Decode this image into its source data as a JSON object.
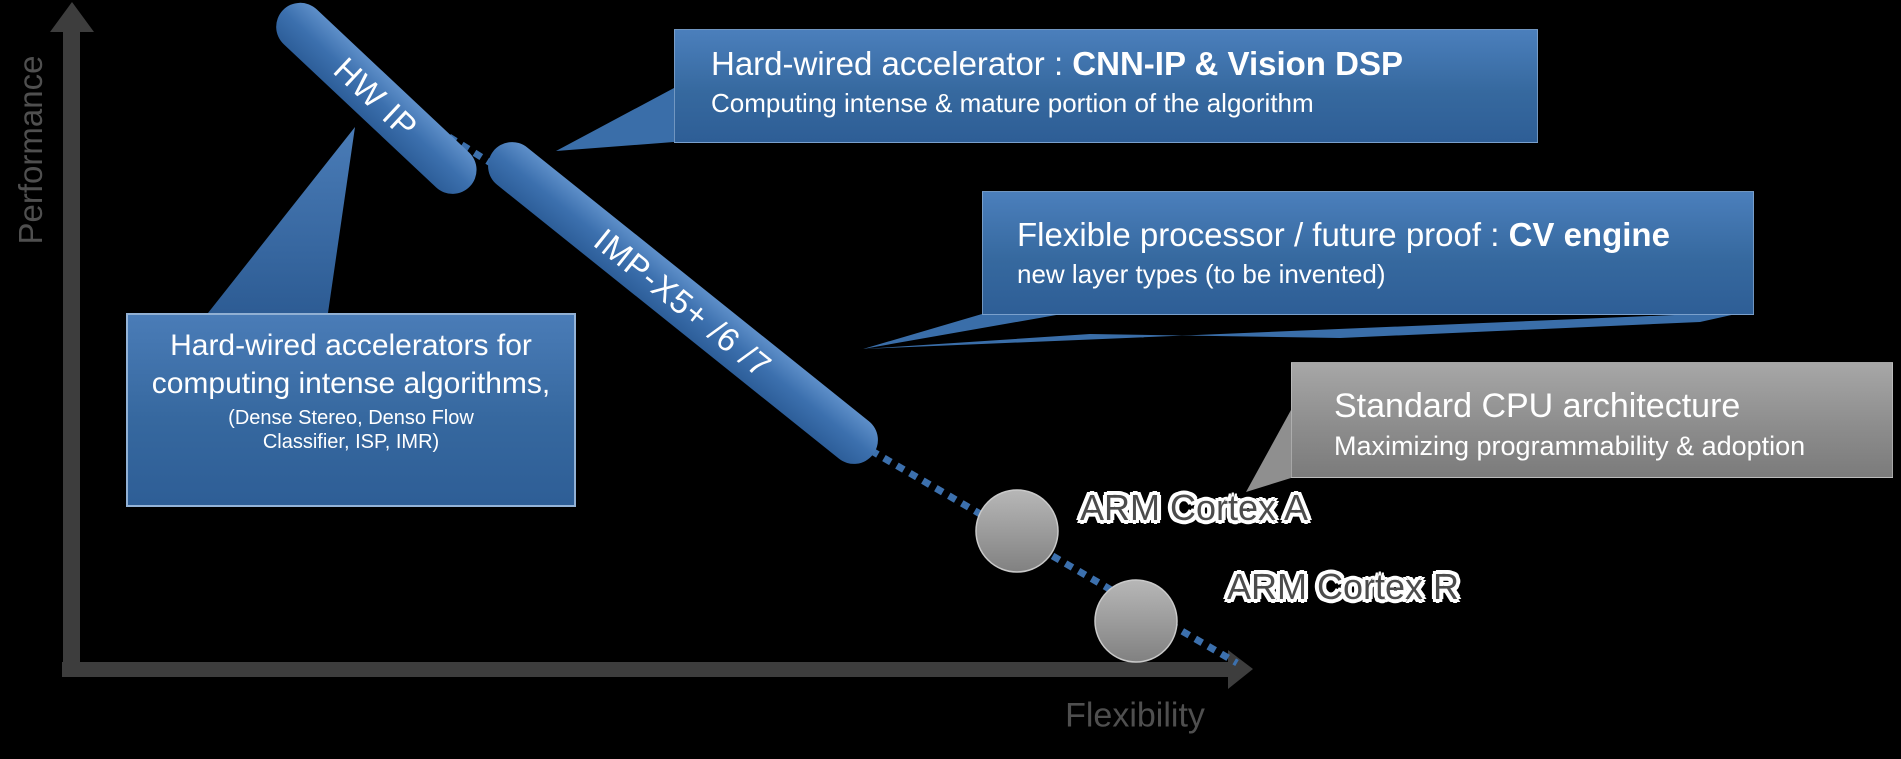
{
  "slide": {
    "background": "#000000"
  },
  "axes": {
    "y_label": "Performance",
    "x_label": "Flexibility",
    "axis_color": "#3d3d3d",
    "label_color": "#4f4f4f"
  },
  "bars": [
    {
      "label": "HW IP"
    },
    {
      "label": "IMP-X5+ /6 /7"
    }
  ],
  "cpu_points": [
    {
      "label": "ARM Cortex A"
    },
    {
      "label": "ARM Cortex R"
    }
  ],
  "callouts": {
    "cnn": {
      "title_prefix": "Hard-wired accelerator : ",
      "title_bold": "CNN-IP & Vision DSP",
      "subtitle": "Computing intense & mature portion of the algorithm"
    },
    "cv": {
      "title_prefix": "Flexible processor / future proof : ",
      "title_bold": "CV engine",
      "subtitle": "new layer types (to be invented)"
    },
    "cpu": {
      "title": "Standard CPU architecture",
      "subtitle": "Maximizing programmability & adoption"
    },
    "hw": {
      "title": "Hard-wired accelerators for computing intense algorithms,",
      "subtitle": "(Dense Stereo, Denso Flow Classifier, ISP, IMR)"
    }
  },
  "colors": {
    "callout_blue": "#35689f",
    "callout_gray": "#8f8f8f",
    "bar_blue": "#3a6ca8",
    "dotted_line": "#3c70ad",
    "circle_gray": "#9a9a9a",
    "axis_gray": "#3d3d3d"
  }
}
